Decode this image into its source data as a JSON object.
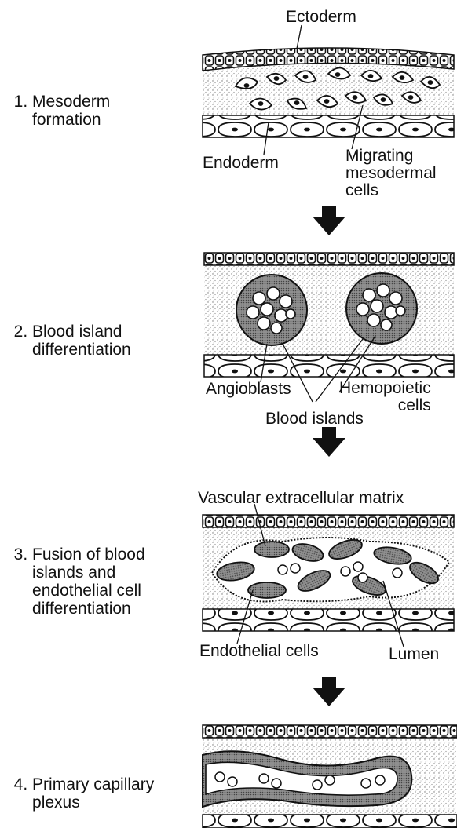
{
  "steps": [
    {
      "number": "1.",
      "text": "Mesoderm\nformation"
    },
    {
      "number": "2.",
      "text": "Blood island\ndifferentiation"
    },
    {
      "number": "3.",
      "text": "Fusion of blood\nislands and\nendothelial cell\ndifferentiation"
    },
    {
      "number": "4.",
      "text": "Primary capillary\nplexus"
    }
  ],
  "labels": {
    "ectoderm": "Ectoderm",
    "endoderm": "Endoderm",
    "migrating_cells": "Migrating\nmesodermal\ncells",
    "angioblasts": "Angioblasts",
    "hemopoietic": "Hemopoietic\ncells",
    "blood_islands": "Blood islands",
    "vascular_ecm": "Vascular extracellular matrix",
    "endothelial_cells": "Endothelial cells",
    "lumen": "Lumen"
  },
  "colors": {
    "ink": "#111111",
    "stipple": "#d9d9d9",
    "cell_fill": "#9a9a9a"
  }
}
